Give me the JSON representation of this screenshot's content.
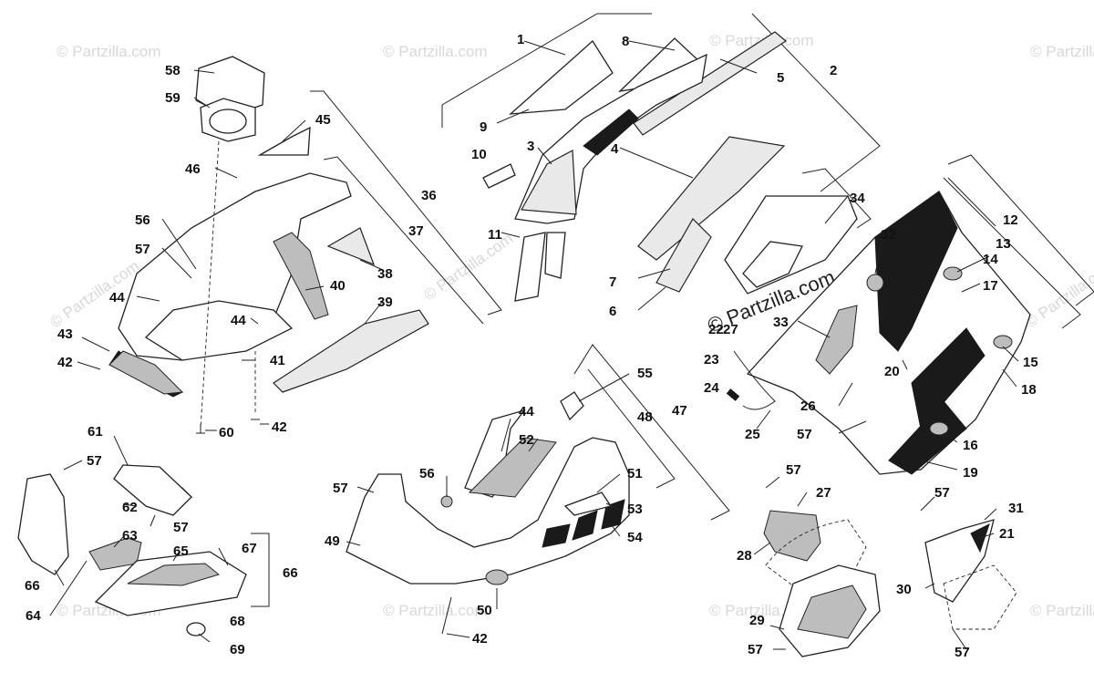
{
  "watermark": "© Partzilla.com",
  "callouts": [
    {
      "id": "c1",
      "text": "1"
    },
    {
      "id": "c2",
      "text": "2"
    },
    {
      "id": "c3",
      "text": "3"
    },
    {
      "id": "c4",
      "text": "4"
    },
    {
      "id": "c5",
      "text": "5"
    },
    {
      "id": "c6",
      "text": "6"
    },
    {
      "id": "c7",
      "text": "7"
    },
    {
      "id": "c8",
      "text": "8"
    },
    {
      "id": "c9",
      "text": "9"
    },
    {
      "id": "c10",
      "text": "10"
    },
    {
      "id": "c11",
      "text": "11"
    },
    {
      "id": "c12",
      "text": "12"
    },
    {
      "id": "c13",
      "text": "13"
    },
    {
      "id": "c14",
      "text": "14"
    },
    {
      "id": "c15",
      "text": "15"
    },
    {
      "id": "c16",
      "text": "16"
    },
    {
      "id": "c17",
      "text": "17"
    },
    {
      "id": "c18",
      "text": "18"
    },
    {
      "id": "c19",
      "text": "19"
    },
    {
      "id": "c20",
      "text": "20"
    },
    {
      "id": "c21",
      "text": "21"
    },
    {
      "id": "c22",
      "text": "22"
    },
    {
      "id": "c23",
      "text": "23"
    },
    {
      "id": "c24",
      "text": "24"
    },
    {
      "id": "c25",
      "text": "25"
    },
    {
      "id": "c26",
      "text": "26"
    },
    {
      "id": "c27a",
      "text": "27"
    },
    {
      "id": "c27b",
      "text": "27"
    },
    {
      "id": "c28",
      "text": "28"
    },
    {
      "id": "c29",
      "text": "29"
    },
    {
      "id": "c30",
      "text": "30"
    },
    {
      "id": "c31",
      "text": "31"
    },
    {
      "id": "c32",
      "text": "32"
    },
    {
      "id": "c33",
      "text": "33"
    },
    {
      "id": "c34",
      "text": "34"
    },
    {
      "id": "c36",
      "text": "36"
    },
    {
      "id": "c37",
      "text": "37"
    },
    {
      "id": "c38",
      "text": "38"
    },
    {
      "id": "c39",
      "text": "39"
    },
    {
      "id": "c40",
      "text": "40"
    },
    {
      "id": "c41",
      "text": "41"
    },
    {
      "id": "c42a",
      "text": "42"
    },
    {
      "id": "c42b",
      "text": "42"
    },
    {
      "id": "c42c",
      "text": "42"
    },
    {
      "id": "c43",
      "text": "43"
    },
    {
      "id": "c44a",
      "text": "44"
    },
    {
      "id": "c44b",
      "text": "44"
    },
    {
      "id": "c44c",
      "text": "44"
    },
    {
      "id": "c45",
      "text": "45"
    },
    {
      "id": "c46",
      "text": "46"
    },
    {
      "id": "c47",
      "text": "47"
    },
    {
      "id": "c48",
      "text": "48"
    },
    {
      "id": "c49",
      "text": "49"
    },
    {
      "id": "c50",
      "text": "50"
    },
    {
      "id": "c51",
      "text": "51"
    },
    {
      "id": "c52",
      "text": "52"
    },
    {
      "id": "c53",
      "text": "53"
    },
    {
      "id": "c54",
      "text": "54"
    },
    {
      "id": "c55",
      "text": "55"
    },
    {
      "id": "c56a",
      "text": "56"
    },
    {
      "id": "c56b",
      "text": "56"
    },
    {
      "id": "c57a",
      "text": "57"
    },
    {
      "id": "c57b",
      "text": "57"
    },
    {
      "id": "c57c",
      "text": "57"
    },
    {
      "id": "c57d",
      "text": "57"
    },
    {
      "id": "c57e",
      "text": "57"
    },
    {
      "id": "c57f",
      "text": "57"
    },
    {
      "id": "c57g",
      "text": "57"
    },
    {
      "id": "c57h",
      "text": "57"
    },
    {
      "id": "c57i",
      "text": "57"
    },
    {
      "id": "c58",
      "text": "58"
    },
    {
      "id": "c59",
      "text": "59"
    },
    {
      "id": "c60",
      "text": "60"
    },
    {
      "id": "c61",
      "text": "61"
    },
    {
      "id": "c62",
      "text": "62"
    },
    {
      "id": "c63",
      "text": "63"
    },
    {
      "id": "c64",
      "text": "64"
    },
    {
      "id": "c65",
      "text": "65"
    },
    {
      "id": "c66a",
      "text": "66"
    },
    {
      "id": "c66b",
      "text": "66"
    },
    {
      "id": "c67",
      "text": "67"
    },
    {
      "id": "c68",
      "text": "68"
    },
    {
      "id": "c69",
      "text": "69"
    }
  ],
  "center_watermark": "© Partzilla.com"
}
